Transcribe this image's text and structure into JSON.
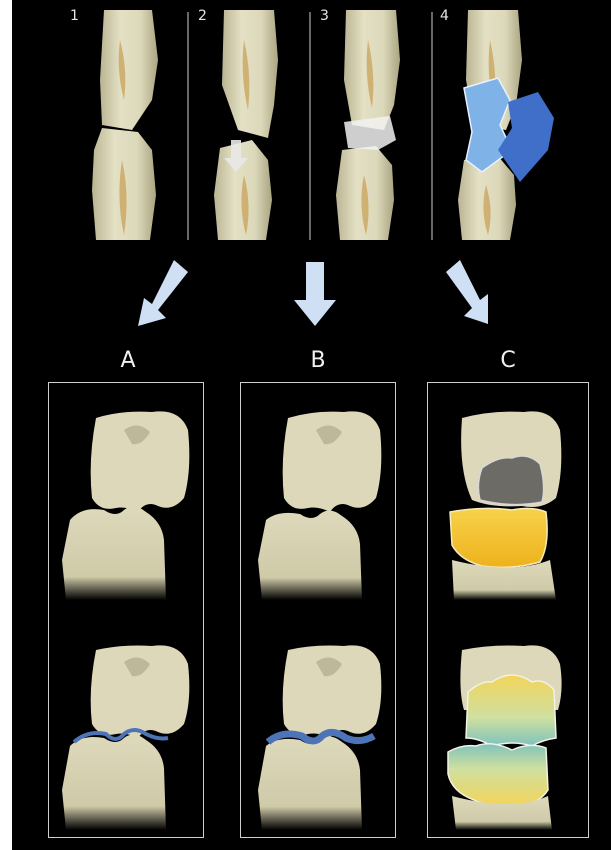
{
  "panels": {
    "top": [
      {
        "number": "1"
      },
      {
        "number": "2"
      },
      {
        "number": "3"
      },
      {
        "number": "4"
      }
    ],
    "bottom": [
      {
        "label": "A"
      },
      {
        "label": "B"
      },
      {
        "label": "C"
      }
    ]
  },
  "colors": {
    "background": "#000000",
    "tooth": "#ddd9b8",
    "tooth_shadow": "#b8b38f",
    "pulp": "#c9a25a",
    "arrow": "#cfe0f5",
    "splint_light_blue": "#7fb2e6",
    "splint_dark_blue": "#3f6fc9",
    "band_blue": "#4d74b8",
    "crown_gray": "#6d6b66",
    "crown_yellow": "#f2c02a",
    "crown_teal": "#8fc9c0"
  }
}
